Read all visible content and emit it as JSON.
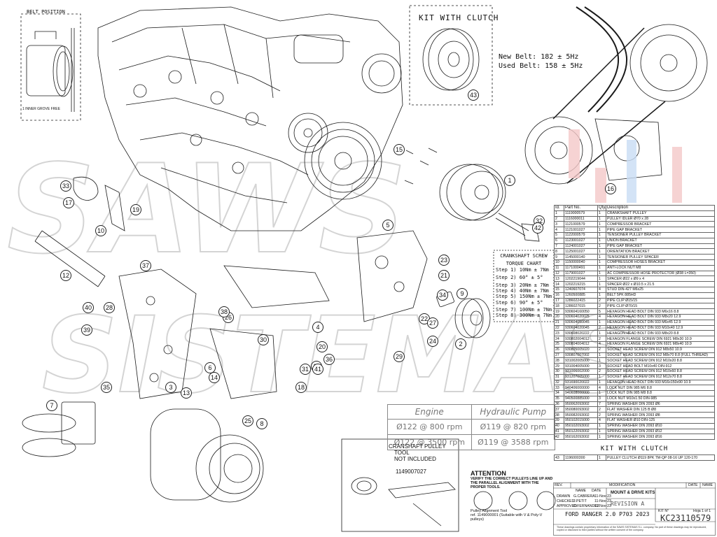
{
  "belt_position": {
    "title": "BELT POSITION",
    "note": "1 INNER GROVE FREE"
  },
  "kit_with_clutch_box": {
    "title": "KIT WITH CLUTCH",
    "part": "43"
  },
  "belt_tension": {
    "new": "New Belt: 182 ± 5Hz",
    "used": "Used Belt: 158 ± 5Hz"
  },
  "torque": {
    "title": "CRANKSHAFT SCREW",
    "subtitle": "TORQUE CHART",
    "steps": [
      {
        "label": "Step 1)",
        "value": "10Nm ± 7Nm"
      },
      {
        "label": "Step 2)",
        "value": "60° ± 5°"
      },
      {
        "label": "Step 3)",
        "value": "20Nm ± 7Nm"
      },
      {
        "label": "Step 4)",
        "value": "40Nm ± 7Nm"
      },
      {
        "label": "Step 5)",
        "value": "150Nm ± 7Nm"
      },
      {
        "label": "Step 6)",
        "value": "90° ± 5°"
      },
      {
        "label": "Step 7)",
        "value": "100Nm ± 7Nm"
      },
      {
        "label": "Step 8)",
        "value": "300Nm ± 7Nm"
      }
    ]
  },
  "parts_table": {
    "headers": [
      "Id.",
      "Part No.",
      "Qty.",
      "Description"
    ],
    "rows": [
      [
        "1",
        "1119000579",
        "1",
        "CRANKSHAFT PULLEY"
      ],
      [
        "2",
        "1116000011",
        "1",
        "PULLEY IDLER Ø70 x 28"
      ],
      [
        "3",
        "1121000579",
        "1",
        "COMPRESSOR BRACKET"
      ],
      [
        "4",
        "1121001027",
        "1",
        "PIPE GAP BRACKET"
      ],
      [
        "5",
        "1122000579",
        "1",
        "TENSIONER PULLEY BRACKET"
      ],
      [
        "6",
        "1123001027",
        "1",
        "UNION BRACKET"
      ],
      [
        "7",
        "1124001027",
        "1",
        "PIPE GAP BRACKET"
      ],
      [
        "8",
        "1125001027",
        "1",
        "ORIENTATION BRACKET"
      ],
      [
        "9",
        "1145000140",
        "1",
        "TENSIONER PULLEY SPACER"
      ],
      [
        "10",
        "1150000040",
        "1",
        "COMPRESSOR HOSES BRACKET"
      ],
      [
        "11",
        "1171000491",
        "1",
        "ANTI-LOCK NUT M8"
      ],
      [
        "12",
        "1179001027",
        "1",
        "AC COMPRESSOR HOSE PROTECTOR (Ø38 L=350)"
      ],
      [
        "13",
        "1202219044",
        "1",
        "SPACER Ø22 x Ø9 x 4"
      ],
      [
        "14",
        "1202219215",
        "1",
        "SPACER Ø22 x Ø10.5 x 21.5"
      ],
      [
        "15",
        "1240607074",
        "4",
        "STUD DIN-427 M6x25"
      ],
      [
        "16",
        "1260500885",
        "1",
        "BELT 5PK 885HD"
      ],
      [
        "17",
        "1286022415",
        "2",
        "PIPE CLIP Ø15/15"
      ],
      [
        "18",
        "1286027015",
        "2",
        "PIPE CLIP Ø70/15"
      ],
      [
        "19",
        "930604160050",
        "5",
        "HEXAGON HEAD BOLT DIN 933 M6x16 8.8"
      ],
      [
        "20",
        "930604020025",
        "4",
        "HEXAGON HEAD BOLT DIN 933 M8x20 12.9"
      ],
      [
        "21",
        "930604050045",
        "1",
        "HEXAGON HEAD BOLT DIN 933 M6x45 12.9"
      ],
      [
        "22",
        "930604020045",
        "2",
        "HEXAGON HEAD BOLT DIN 933 M10x40 12.9"
      ],
      [
        "23",
        "930608020222",
        "1",
        "HEXAGON HEAD BOLT DIN 933 M8x20 8.8"
      ],
      [
        "24",
        "930802004012",
        "2",
        "HEXAGON FLANGE SCREW DIN 6921 M8x30 10.9"
      ],
      [
        "25",
        "930804004012",
        "4",
        "HEXAGON FLANGE SCREW DIN 6921 M8x40 10.9"
      ],
      [
        "26",
        "930805005020",
        "2",
        "SOCKET HEAD SCREW DIN 912 M8x50 10.9"
      ],
      [
        "27",
        "930807007002",
        "1",
        "SOCKET HEAD SCREW DIN 912 M8x70 8.8 (FULL THREAD)"
      ],
      [
        "28",
        "931002005000",
        "1",
        "SOCKET HEAD SCREW DIN 912 M10x20 8.8"
      ],
      [
        "29",
        "931004005000",
        "3",
        "SOCKET HEAD BOLT M10x40 DIN-912"
      ],
      [
        "30",
        "931006002000",
        "2",
        "SOCKET HEAD SCREW DIN 912 M10x60 8.8"
      ],
      [
        "31",
        "931207005000",
        "1",
        "SOCKET HEAD SCREW DIN 912 M12x70 8.8"
      ],
      [
        "32",
        "931690020022",
        "1",
        "HEXAGON HEAD BOLT DIN 933 M16x150x90 10.9"
      ],
      [
        "33",
        "940406000000",
        "4",
        "LOCK NUT DIN 985 M6 8.8"
      ],
      [
        "34",
        "940608000000",
        "1",
        "LOCK NUT DIN 985 M8 8.8"
      ],
      [
        "35",
        "940500885000",
        "3",
        "LOCK NUT M10x1.50 DIN-985"
      ],
      [
        "36",
        "950062093002",
        "7",
        "SPRING WASHER DIN 2093 Ø6"
      ],
      [
        "37",
        "950080093002",
        "2",
        "FLAT WASHER DIN 125 B Ø8"
      ],
      [
        "38",
        "950082093002",
        "2",
        "SPRING WASHER DIN 2093 Ø8"
      ],
      [
        "39",
        "950102015000",
        "4",
        "FLAT WASHER Ø10 DIN-125"
      ],
      [
        "40",
        "950102093002",
        "1",
        "SPRING WASHER DIN 2093 Ø10"
      ],
      [
        "41",
        "950122093002",
        "1",
        "SPRING WASHER DIN 2093 Ø12"
      ],
      [
        "42",
        "950162093002",
        "1",
        "SPRING WASHER DIN 2093 Ø16"
      ]
    ],
    "kit_title": "KIT WITH CLUTCH",
    "kit_row": [
      "43",
      "1196000300",
      "1",
      "PULLEY CLUTCH Ø119 8PK TM-QP 08-16 UP 120-170"
    ]
  },
  "speed_table": {
    "headers": [
      "Engine",
      "Hydraulic Pump"
    ],
    "rows": [
      [
        "Ø122 @ 800 rpm",
        "Ø119 @ 820 rpm"
      ],
      [
        "Ø122 @ 3500 rpm",
        "Ø119 @ 3588 rpm"
      ]
    ]
  },
  "pulley_tool": {
    "title": "CRANSHAFT PULLEY",
    "line2": "TOOL",
    "line3": "NOT INCLUDED",
    "part": "1149007027"
  },
  "attention": {
    "title": "ATTENTION",
    "body": "VERIFY THE CORRECT PULLEYS LINE UP AND THE PARALLEL ALIGNMENT WITH THE PROPER TOOLS.",
    "tool_title": "Pulley Alignment Tool",
    "tool_ref": "ref. 1149000001 (Suitable with V & Poly-V pulleys)"
  },
  "title_block": {
    "rev": "REV.",
    "modification": "MODIFICATION",
    "date": "DATE",
    "name": "NAME",
    "col_name": "NAME",
    "col_date": "DATE",
    "drawn": "DRAWN",
    "drawn_name": "G.CABRERA",
    "drawn_date": "11-Nov-23",
    "checked": "CHECKED",
    "checked_name": "J.PETIT",
    "checked_date": "11-Nov-23",
    "approved": "APPROVED",
    "approved_name": "D.FERNANDEZ",
    "approved_date": "11-Nov-23",
    "category": "MOUNT & DRIVE KITS",
    "revision": "REVISION A",
    "kit_no_label": "KIT N°",
    "kit_no": "KC23110579",
    "sheet": "Hoja 1 of 1",
    "model": "FORD RANGER 2.0 P703 2023",
    "copyright": "These drawings contain proprietary information of the SAWS SISTEMAS S.L. company. No part of these drawings may be reproduced, copied or disclosed to third parties without the written consent of the company."
  },
  "watermark": {
    "line1": "SAWS",
    "line2": "SISTEMAS"
  },
  "colors": {
    "line": "#1a1a1a",
    "watermark": "#e8e8e8",
    "accent_red": "#e86a6a",
    "accent_blue": "#8fb4e8"
  },
  "balloons": [
    "1",
    "2",
    "3",
    "4",
    "5",
    "6",
    "7",
    "8",
    "9",
    "10",
    "11",
    "12",
    "13",
    "14",
    "15",
    "16",
    "17",
    "18",
    "19",
    "20",
    "21",
    "22",
    "23",
    "24",
    "25",
    "26",
    "27",
    "28",
    "29",
    "30",
    "31",
    "32",
    "33",
    "34",
    "35",
    "36",
    "37",
    "38",
    "39",
    "40",
    "41",
    "42",
    "43"
  ]
}
